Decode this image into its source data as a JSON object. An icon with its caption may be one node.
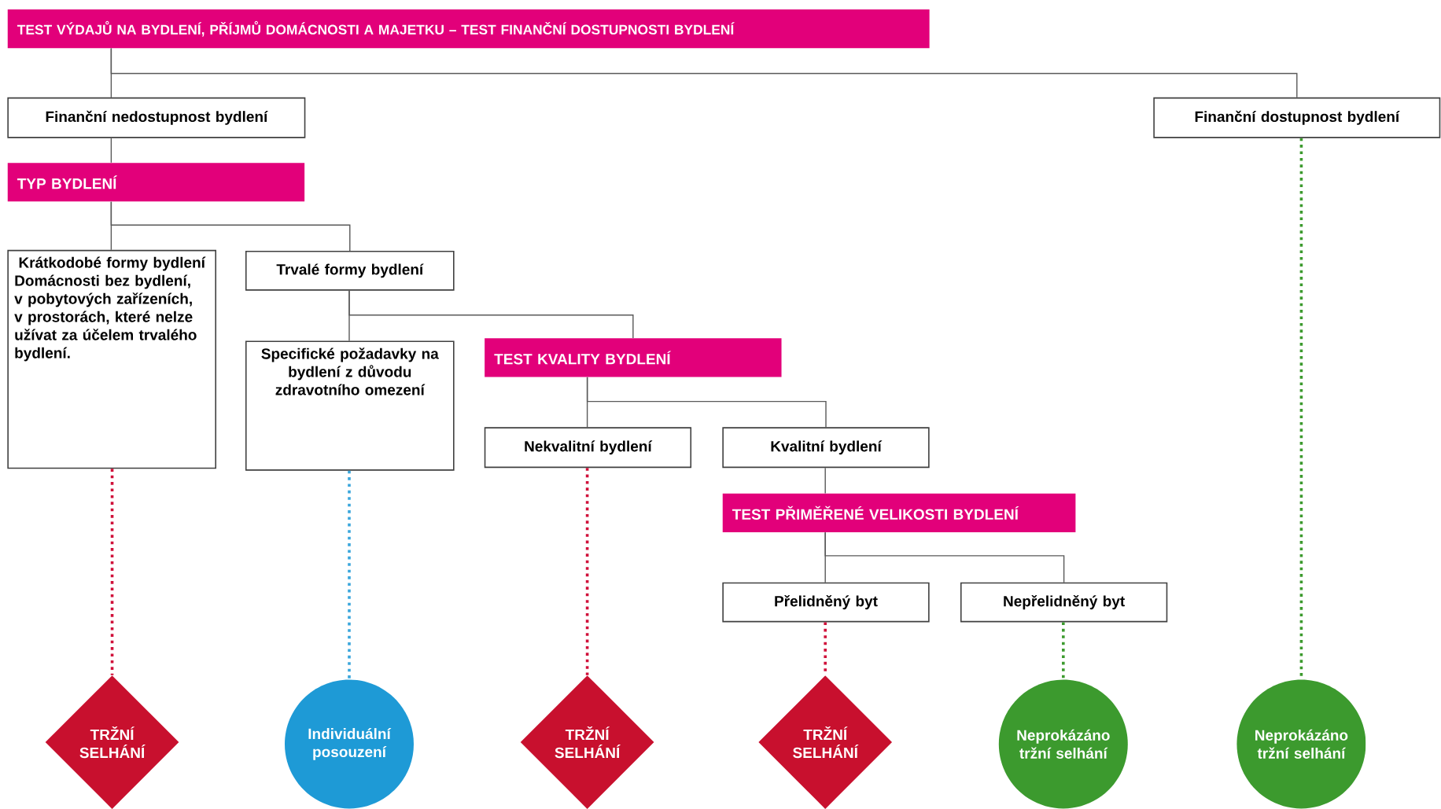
{
  "diagram": {
    "nodes": [
      {
        "text": [
          "TEST VÝDAJŮ NA BYDLENÍ, PŘÍJMŮ DOMÁCNOSTI A MAJETKU – TEST FINANČNÍ DOSTUPNOSTI BYDLENÍ"
        ]
      },
      {
        "text": [
          "Finanční nedostupnost bydlení"
        ]
      },
      {
        "text": [
          "Finanční dostupnost bydlení"
        ]
      },
      {
        "text": [
          "TYP BYDLENÍ"
        ]
      },
      {
        "text": [
          "Krátkodobé formy bydlení",
          "Domácnosti bez bydlení, v pobytových zařízeních, v prostorách, které nelze užívat za účelem trvalého bydlení."
        ]
      },
      {
        "text": [
          "Trvalé formy bydlení"
        ]
      },
      {
        "text": [
          "Specifické požadavky na bydlení z důvodu zdravotního omezení"
        ]
      },
      {
        "text": [
          "TEST KVALITY BYDLENÍ"
        ]
      },
      {
        "text": [
          "Nekvalitní bydlení"
        ]
      },
      {
        "text": [
          "Kvalitní bydlení"
        ]
      },
      {
        "text": [
          "TEST PŘIMĚŘENÉ VELIKOSTI BYDLENÍ"
        ]
      },
      {
        "text": [
          "Přelidněný byt"
        ]
      },
      {
        "text": [
          "Nepřelidněný byt"
        ]
      },
      {
        "text": [
          "TRŽNÍ SELHÁNÍ"
        ]
      },
      {
        "text": [
          "Individuální posouzení"
        ]
      },
      {
        "text": [
          "TRŽNÍ SELHÁNÍ"
        ]
      },
      {
        "text": [
          "TRŽNÍ SELHÁNÍ"
        ]
      },
      {
        "text": [
          "Neprokázáno tržní selhání"
        ]
      },
      {
        "text": [
          "Neprokázáno tržní selhání"
        ]
      }
    ],
    "edges": [
      {
        "from": 0,
        "to": 1,
        "arrow": "none"
      },
      {
        "from": 0,
        "to": 2,
        "arrow": "none"
      },
      {
        "from": 1,
        "to": 3,
        "arrow": "none"
      },
      {
        "from": 3,
        "to": 4,
        "arrow": "none"
      },
      {
        "from": 3,
        "to": 5,
        "arrow": "none"
      },
      {
        "from": 5,
        "to": 6,
        "arrow": "none"
      },
      {
        "from": 5,
        "to": 7,
        "arrow": "none"
      },
      {
        "from": 7,
        "to": 8,
        "arrow": "none"
      },
      {
        "from": 7,
        "to": 9,
        "arrow": "none"
      },
      {
        "from": 9,
        "to": 10,
        "arrow": "none"
      },
      {
        "from": 10,
        "to": 11,
        "arrow": "none"
      },
      {
        "from": 10,
        "to": 12,
        "arrow": "none"
      },
      {
        "from": 4,
        "to": 13,
        "arrow": "none",
        "style": "dashed",
        "color": "#d0103a"
      },
      {
        "from": 6,
        "to": 14,
        "arrow": "none",
        "style": "dashed",
        "color": "#3aa6dc"
      },
      {
        "from": 8,
        "to": 15,
        "arrow": "none",
        "style": "dashed",
        "color": "#d0103a"
      },
      {
        "from": 11,
        "to": 16,
        "arrow": "none",
        "style": "dashed",
        "color": "#d0103a"
      },
      {
        "from": 12,
        "to": 17,
        "arrow": "none",
        "style": "dashed",
        "color": "#3c9a2e"
      },
      {
        "from": 2,
        "to": 18,
        "arrow": "none",
        "style": "dashed",
        "color": "#3c9a2e"
      }
    ]
  }
}
